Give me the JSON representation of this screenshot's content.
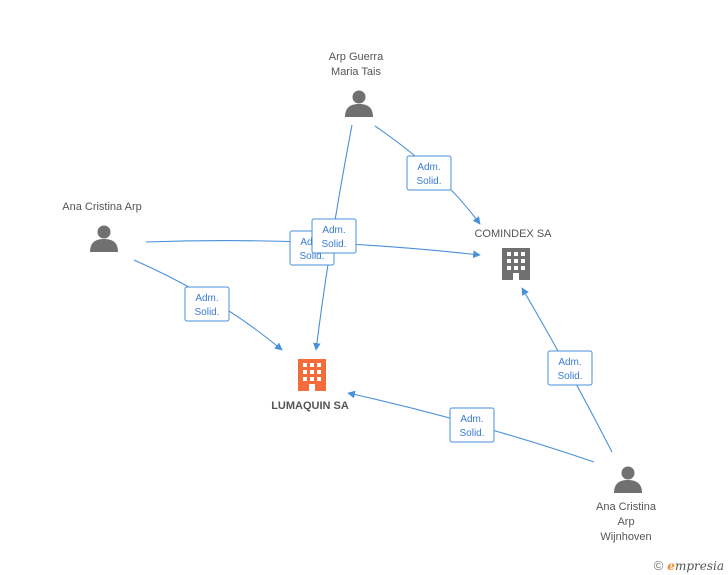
{
  "nodes": {
    "arp_guerra": {
      "lines": [
        "Arp Guerra",
        "Maria Tais"
      ],
      "kind": "person"
    },
    "ana_cristina_arp": {
      "lines": [
        "Ana Cristina Arp"
      ],
      "kind": "person"
    },
    "comindex": {
      "lines": [
        "COMINDEX SA"
      ],
      "kind": "company"
    },
    "lumaquin": {
      "lines": [
        "LUMAQUIN SA"
      ],
      "kind": "company-main"
    },
    "ana_wijnhoven": {
      "lines": [
        "Ana Cristina",
        "Arp",
        "Wijnhoven"
      ],
      "kind": "person"
    }
  },
  "edge_label": {
    "line1": "Adm.",
    "line2": "Solid."
  },
  "edges": [
    {
      "from": "arp_guerra",
      "to": "comindex",
      "label": "Adm. Solid."
    },
    {
      "from": "arp_guerra",
      "to": "lumaquin",
      "label": "Adm. Solid."
    },
    {
      "from": "ana_cristina_arp",
      "to": "comindex",
      "label": "Adm. Solid."
    },
    {
      "from": "ana_cristina_arp",
      "to": "lumaquin",
      "label": "Adm. Solid."
    },
    {
      "from": "ana_wijnhoven",
      "to": "comindex",
      "label": "Adm. Solid."
    },
    {
      "from": "ana_wijnhoven",
      "to": "lumaquin",
      "label": "Adm. Solid."
    }
  ],
  "colors": {
    "edge": "#4a90d9",
    "person": "#707070",
    "company": "#707070",
    "main_company": "#f26c3c"
  },
  "footer": {
    "copyright": "©",
    "brand_initial": "e",
    "brand_rest": "mpresia"
  }
}
